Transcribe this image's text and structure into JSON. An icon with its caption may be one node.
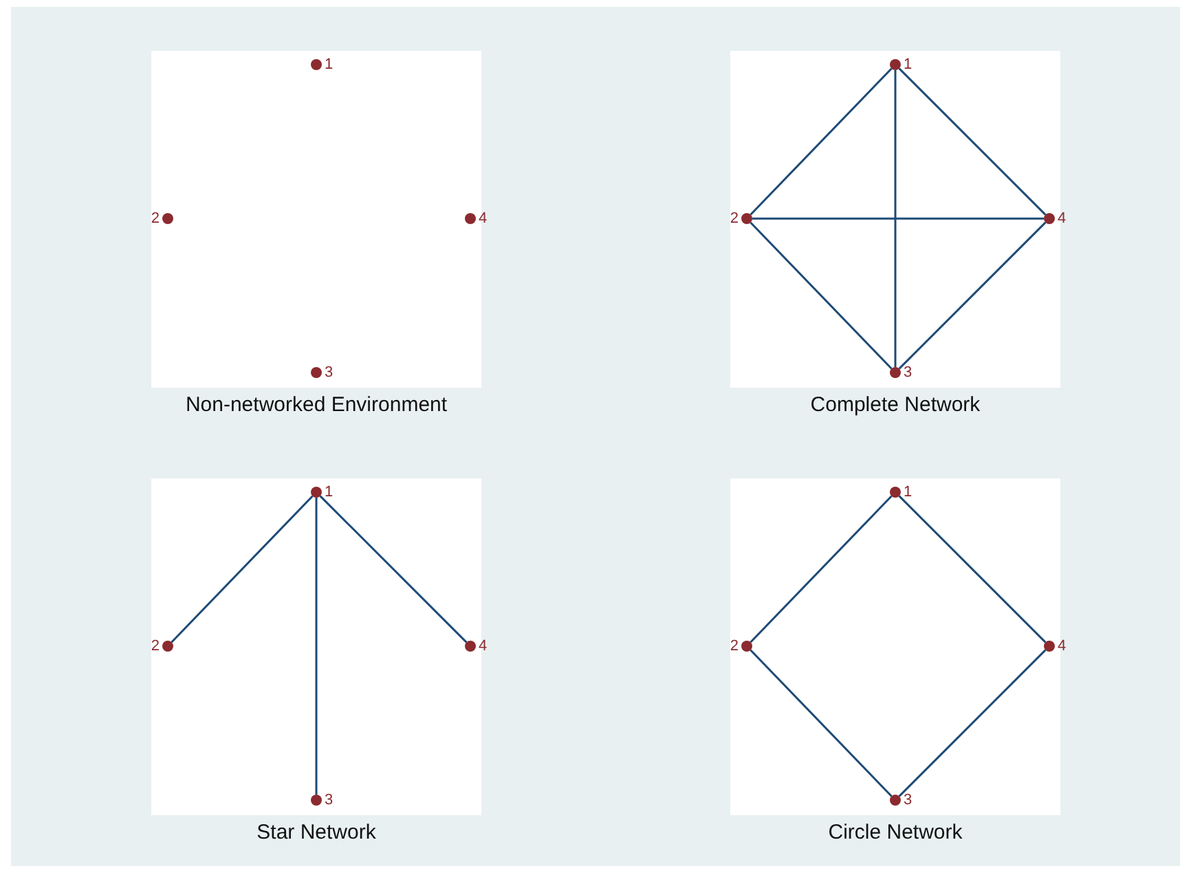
{
  "diagram": {
    "nodes": [
      {
        "text": [
          "Non-networked Environment"
        ]
      },
      {
        "text": [],
        "shape": "circle",
        "beside": [
          "1"
        ],
        "in": 0
      },
      {
        "text": [],
        "shape": "circle",
        "beside": [
          "2"
        ],
        "in": 0
      },
      {
        "text": [],
        "shape": "circle",
        "beside": [
          "3"
        ],
        "in": 0
      },
      {
        "text": [],
        "shape": "circle",
        "beside": [
          "4"
        ],
        "in": 0
      },
      {
        "text": [
          "Complete Network"
        ]
      },
      {
        "text": [],
        "shape": "circle",
        "beside": [
          "1"
        ],
        "in": 5
      },
      {
        "text": [],
        "shape": "circle",
        "beside": [
          "2"
        ],
        "in": 5
      },
      {
        "text": [],
        "shape": "circle",
        "beside": [
          "3"
        ],
        "in": 5
      },
      {
        "text": [],
        "shape": "circle",
        "beside": [
          "4"
        ],
        "in": 5
      },
      {
        "text": [
          "Star Network"
        ]
      },
      {
        "text": [],
        "shape": "circle",
        "beside": [
          "1"
        ],
        "in": 10
      },
      {
        "text": [],
        "shape": "circle",
        "beside": [
          "2"
        ],
        "in": 10
      },
      {
        "text": [],
        "shape": "circle",
        "beside": [
          "3"
        ],
        "in": 10
      },
      {
        "text": [],
        "shape": "circle",
        "beside": [
          "4"
        ],
        "in": 10
      },
      {
        "text": [
          "Circle Network"
        ]
      },
      {
        "text": [],
        "shape": "circle",
        "beside": [
          "1"
        ],
        "in": 15
      },
      {
        "text": [],
        "shape": "circle",
        "beside": [
          "2"
        ],
        "in": 15
      },
      {
        "text": [],
        "shape": "circle",
        "beside": [
          "3"
        ],
        "in": 15
      },
      {
        "text": [],
        "shape": "circle",
        "beside": [
          "4"
        ],
        "in": 15
      }
    ],
    "edges": [
      {
        "from": 6,
        "to": 7,
        "arrow": "none"
      },
      {
        "from": 6,
        "to": 8,
        "arrow": "none"
      },
      {
        "from": 6,
        "to": 9,
        "arrow": "none"
      },
      {
        "from": 7,
        "to": 8,
        "arrow": "none"
      },
      {
        "from": 7,
        "to": 9,
        "arrow": "none"
      },
      {
        "from": 8,
        "to": 9,
        "arrow": "none"
      },
      {
        "from": 11,
        "to": 12,
        "arrow": "none"
      },
      {
        "from": 11,
        "to": 13,
        "arrow": "none"
      },
      {
        "from": 11,
        "to": 14,
        "arrow": "none"
      },
      {
        "from": 16,
        "to": 17,
        "arrow": "none"
      },
      {
        "from": 16,
        "to": 19,
        "arrow": "none"
      },
      {
        "from": 17,
        "to": 18,
        "arrow": "none"
      },
      {
        "from": 18,
        "to": 19,
        "arrow": "none"
      }
    ]
  }
}
